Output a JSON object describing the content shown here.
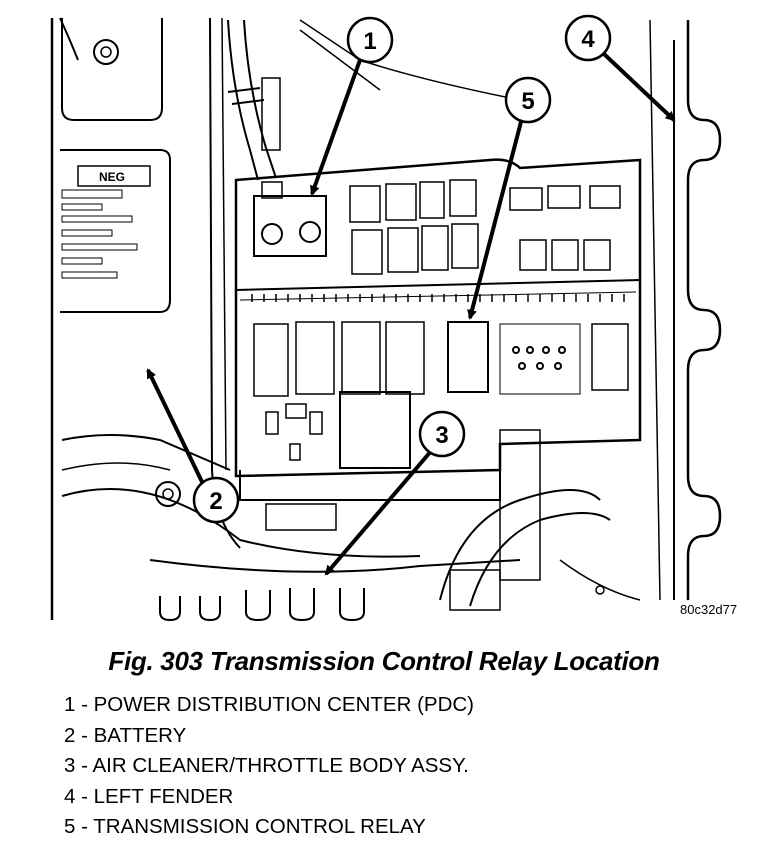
{
  "caption": "Fig. 303 Transmission Control Relay Location",
  "figure_ref": "80c32d77",
  "pdc_label": "NEG",
  "callouts": [
    "1",
    "2",
    "3",
    "4",
    "5"
  ],
  "legend": [
    "1 - POWER DISTRIBUTION CENTER (PDC)",
    "2 - BATTERY",
    "3 - AIR CLEANER/THROTTLE BODY ASSY.",
    "4 - LEFT FENDER",
    "5 - TRANSMISSION CONTROL RELAY"
  ]
}
